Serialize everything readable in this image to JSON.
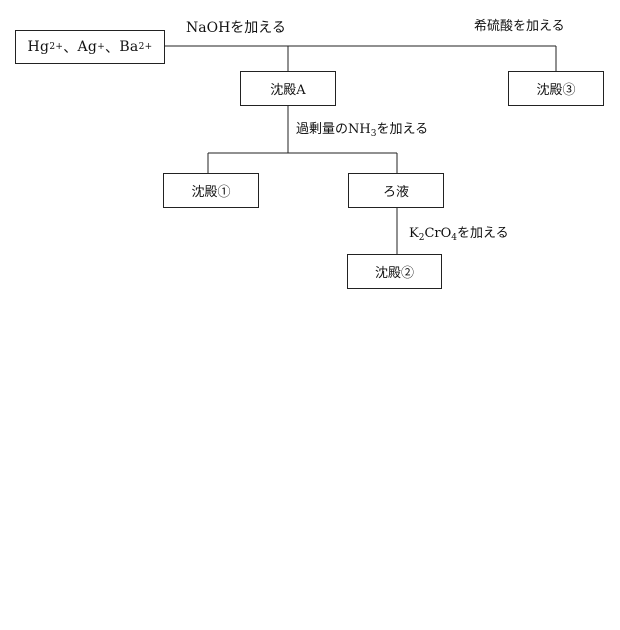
{
  "diagram": {
    "start": {
      "ion1": "Hg",
      "ion1_charge": "2+",
      "sep1": "、",
      "ion2": "Ag",
      "ion2_charge": "+",
      "sep2": "、",
      "ion3": "Ba",
      "ion3_charge": "2+"
    },
    "steps": {
      "naoh": "NaOHを加える",
      "sulfuric": "希硫酸を加える",
      "nh3_pre": "過剰量の",
      "nh3_formula": "NH",
      "nh3_sub": "3",
      "nh3_post": "を加える",
      "k2cro4_k": "K",
      "k2cro4_k_sub": "2",
      "k2cro4_cr": "CrO",
      "k2cro4_o_sub": "4",
      "k2cro4_post": "を加える"
    },
    "nodes": {
      "precipitate_a": "沈殿A",
      "precipitate_3": "沈殿③",
      "precipitate_1": "沈殿①",
      "filtrate": "ろ液",
      "precipitate_2": "沈殿②"
    }
  }
}
